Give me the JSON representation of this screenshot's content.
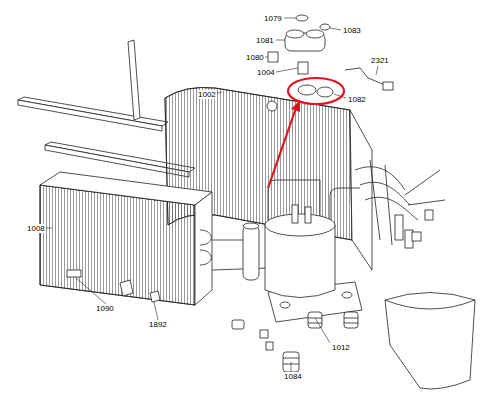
{
  "diagram": {
    "labels": [
      "1079",
      "1083",
      "1081",
      "1080",
      "1004",
      "2321",
      "1082",
      "1002",
      "1008",
      "1090",
      "1892",
      "1012",
      "1084"
    ]
  }
}
